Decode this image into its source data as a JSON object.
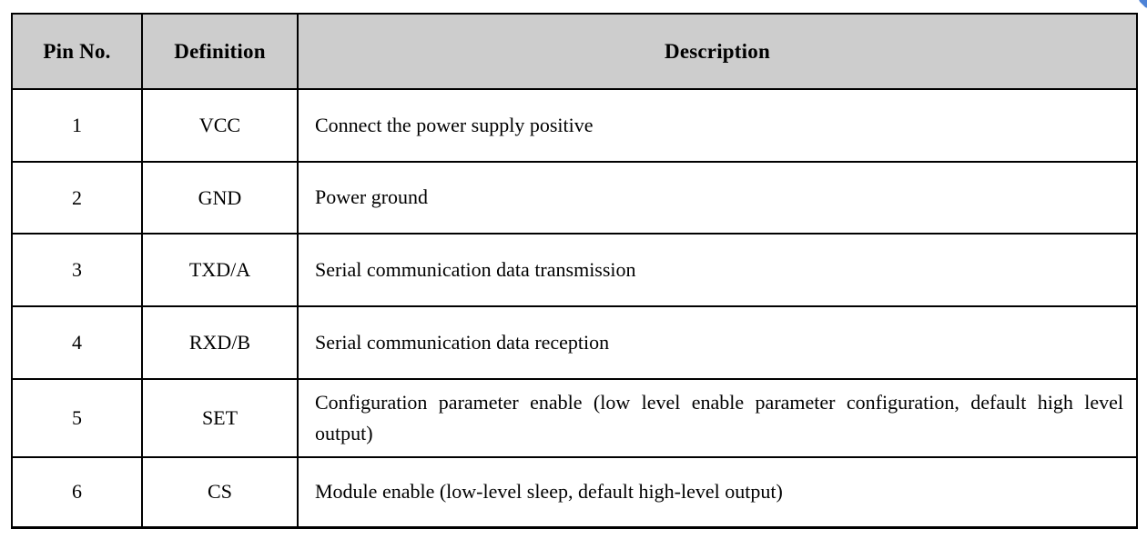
{
  "colors": {
    "header_bg": "#cdcdcd",
    "border": "#000000",
    "corner_mark_blue": "#4d82d6",
    "page_bg": "#ffffff"
  },
  "table": {
    "columns": [
      {
        "label": "Pin No."
      },
      {
        "label": "Definition"
      },
      {
        "label": "Description"
      }
    ],
    "rows": [
      {
        "pin": "1",
        "definition": "VCC",
        "description": "Connect the power supply positive"
      },
      {
        "pin": "2",
        "definition": "GND",
        "description": "Power ground"
      },
      {
        "pin": "3",
        "definition": "TXD/A",
        "description": "Serial communication data transmission"
      },
      {
        "pin": "4",
        "definition": "RXD/B",
        "description": "Serial communication data reception"
      },
      {
        "pin": "5",
        "definition": "SET",
        "description": "Configuration parameter enable (low level enable parameter configuration, default high level output)"
      },
      {
        "pin": "6",
        "definition": "CS",
        "description": "Module enable (low-level sleep, default high-level output)"
      }
    ]
  }
}
